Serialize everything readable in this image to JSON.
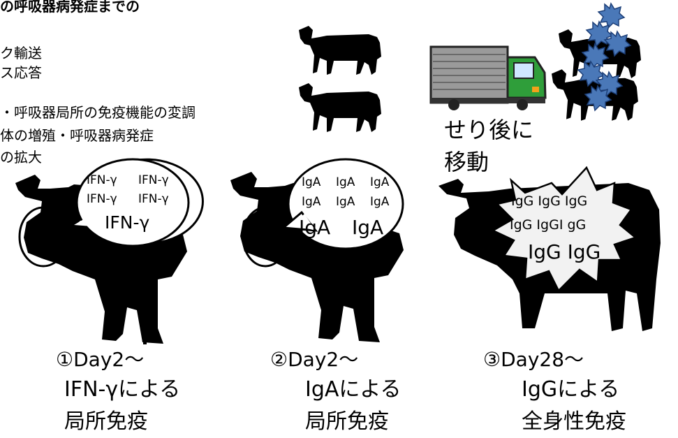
{
  "title": "の呼吸器病発症までの",
  "bullets": [
    "ク輸送",
    "ス応答",
    "・呼吸器局所の免疫機能の変調",
    "体の増殖・呼吸器病発症",
    "の拡大"
  ],
  "move_label": [
    "せり後に",
    "移動"
  ],
  "bubbles": {
    "ifn": [
      "IFN-γ",
      "IFN-γ",
      "IFN-γ",
      "IFN-γ",
      "IFN-γ"
    ],
    "iga": [
      "IgA",
      "IgA",
      "IgA",
      "IgA",
      "IgA",
      "IgA",
      "IgA",
      "IgA"
    ],
    "igg": [
      "IgG IgG IgG",
      "IgG IgGI gG",
      "IgG IgG"
    ]
  },
  "stages": [
    {
      "day": "①Day2～",
      "line1": "IFN-γによる",
      "line2": "局所免疫"
    },
    {
      "day": "②Day2～",
      "line1": "IgAによる",
      "line2": "局所免疫"
    },
    {
      "day": "③Day28～",
      "line1": "IgGによる",
      "line2": "全身性免疫"
    }
  ],
  "colors": {
    "cow": "#000000",
    "virus": "#4a78b8",
    "truck_body": "#2f9e3a",
    "truck_box": "#9a9a9a",
    "burst": "#f2f2f2"
  }
}
